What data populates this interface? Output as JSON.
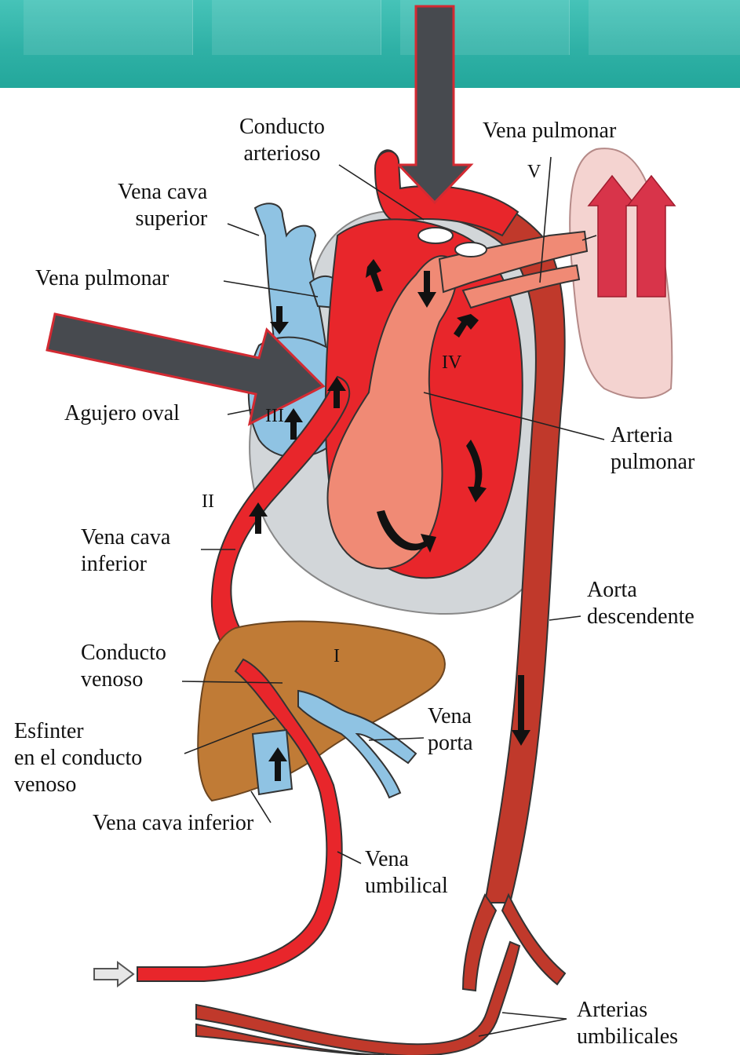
{
  "labels": {
    "conducto_arterioso": [
      "Conducto",
      "arterioso"
    ],
    "vena_pulmonar_top": "Vena pulmonar",
    "vena_cava_superior": [
      "Vena cava",
      "superior"
    ],
    "vena_pulmonar_left": "Vena pulmonar",
    "agujero_oval": "Agujero oval",
    "arteria_pulmonar": [
      "Arteria",
      "pulmonar"
    ],
    "vena_cava_inferior_upper": [
      "Vena cava",
      "inferior"
    ],
    "aorta_descendente": [
      "Aorta",
      "descendente"
    ],
    "conducto_venoso": [
      "Conducto",
      "venoso"
    ],
    "esfinter": [
      "Esfinter",
      "en el conducto",
      "venoso"
    ],
    "vena_porta": [
      "Vena",
      "porta"
    ],
    "vena_cava_inferior_lower": "Vena cava inferior",
    "vena_umbilical": [
      "Vena",
      "umbilical"
    ],
    "arterias_umbilicales": [
      "Arterias",
      "umbilicales"
    ]
  },
  "roman": {
    "i": "I",
    "ii": "II",
    "iii": "III",
    "iv": "IV",
    "v": "V"
  },
  "colors": {
    "oxygenated": "#e8262b",
    "aorta": "#c0392b",
    "venous": "#8fc3e3",
    "pulmonary": "#f08a75",
    "liver": "#c07b36",
    "lung": "#f4d3d0",
    "pericardium": "#d2d6d9",
    "overlay_arrow": "#474a4f",
    "lung_arrows": "#d8344a",
    "banner": "#2fb1a6"
  }
}
